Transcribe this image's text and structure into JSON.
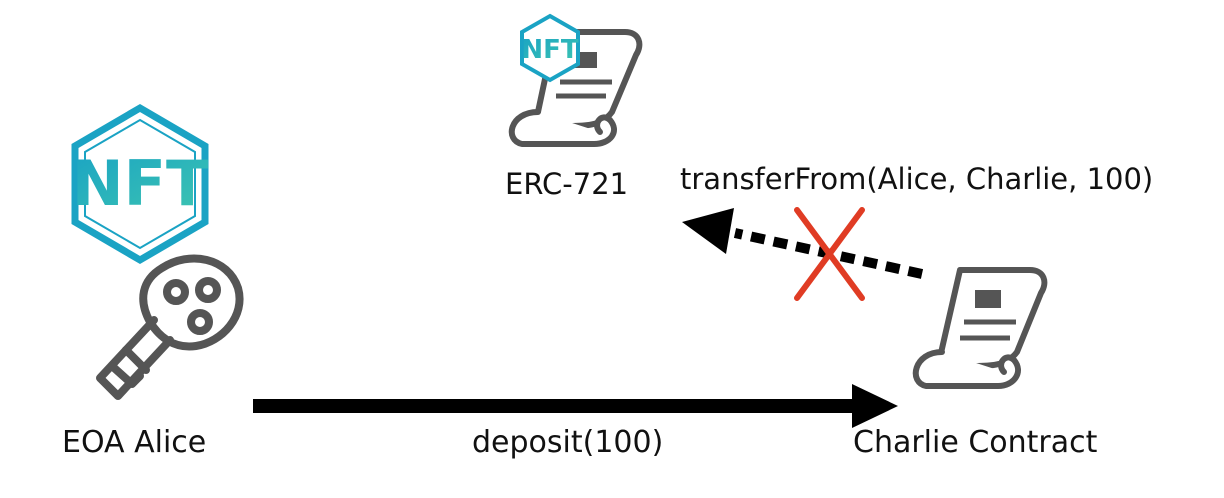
{
  "labels": {
    "erc721": "ERC-721",
    "transfer_call": "transferFrom(Alice, Charlie, 100)",
    "eoa_alice": "EOA Alice",
    "deposit_call": "deposit(100)",
    "charlie_contract": "Charlie Contract"
  },
  "badges": {
    "nft_large": "NFT",
    "nft_small": "NFT"
  },
  "icons": {
    "nft_badge": "nft-hexagon-icon",
    "key": "key-icon",
    "contract": "document-scroll-icon",
    "blocked": "red-x-icon"
  },
  "colors": {
    "nft_outer": "#1aa3c4",
    "nft_text": "#3ec6b0",
    "icon_gray": "#555555",
    "arrow": "#000000",
    "blocked_x": "#e03c24",
    "text": "#111111"
  }
}
